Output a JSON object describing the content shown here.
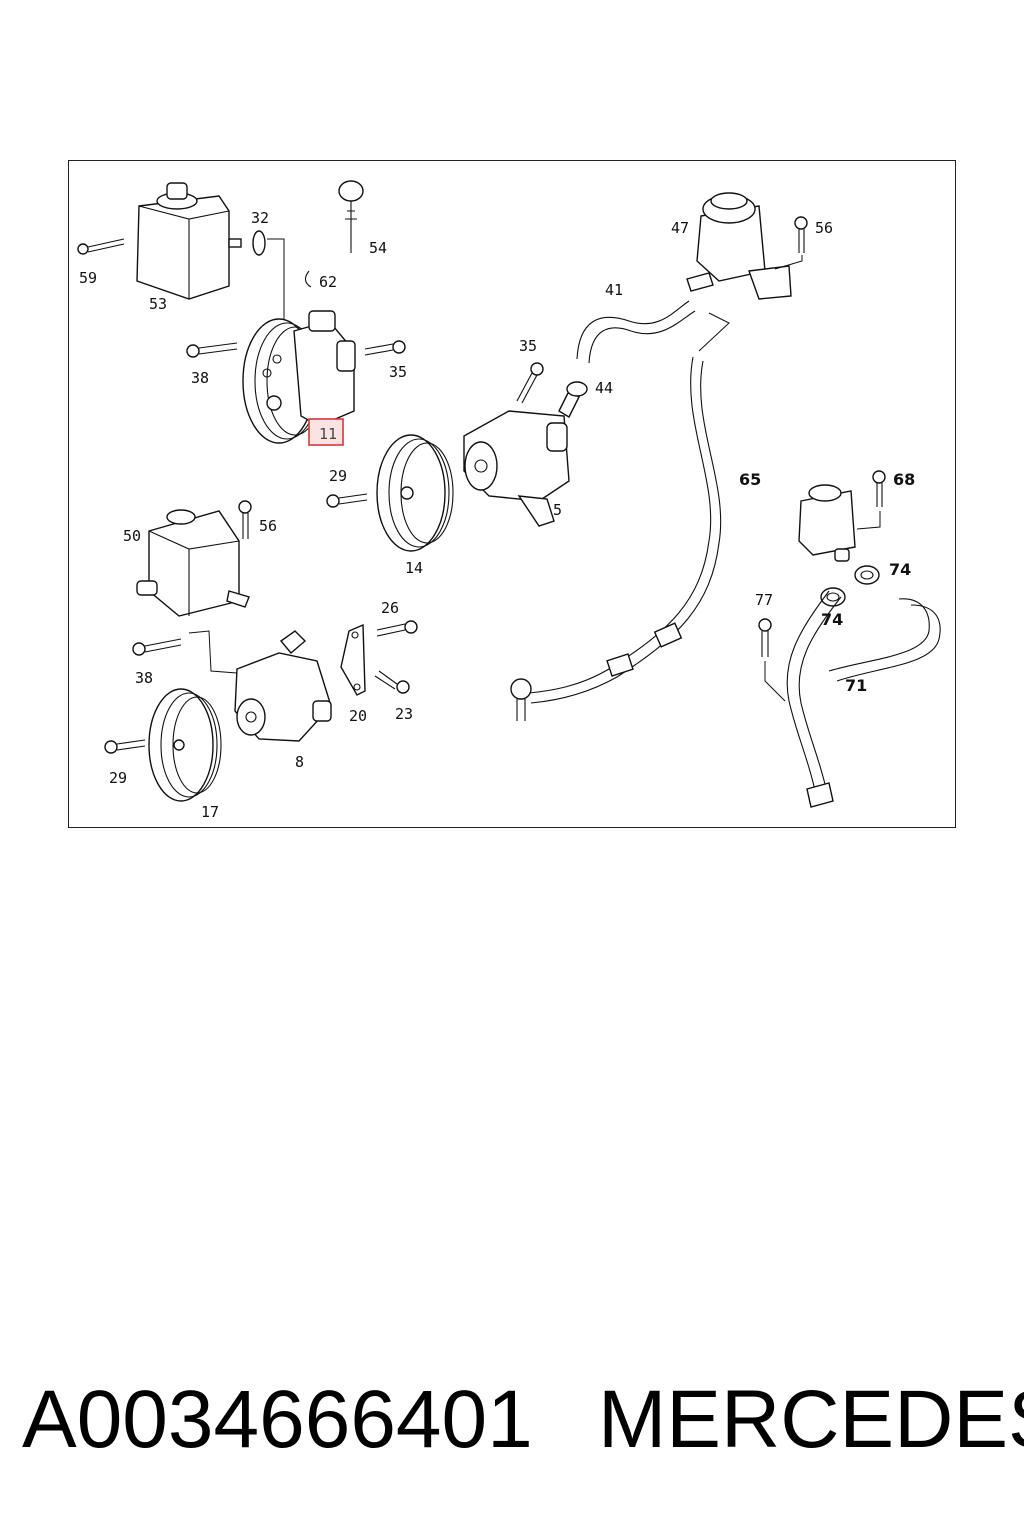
{
  "diagram": {
    "callouts": {
      "c59": "59",
      "c53": "53",
      "c32": "32",
      "c54": "54",
      "c62": "62",
      "c38a": "38",
      "c35a": "35",
      "c11": "11",
      "c29a": "29",
      "c14": "14",
      "c35b": "35",
      "c44": "44",
      "c5": "5",
      "c41": "41",
      "c47": "47",
      "c56a": "56",
      "c65": "65",
      "c68": "68",
      "c74a": "74",
      "c74b": "74",
      "c50": "50",
      "c56b": "56",
      "c26": "26",
      "c38b": "38",
      "c20": "20",
      "c23": "23",
      "c8": "8",
      "c29b": "29",
      "c17": "17",
      "c77": "77",
      "c71": "71"
    },
    "highlighted_callout": "11",
    "highlight_color": "#d23a3a"
  },
  "footer": {
    "part_number": "A0034666401",
    "brand": "MERCEDES"
  }
}
